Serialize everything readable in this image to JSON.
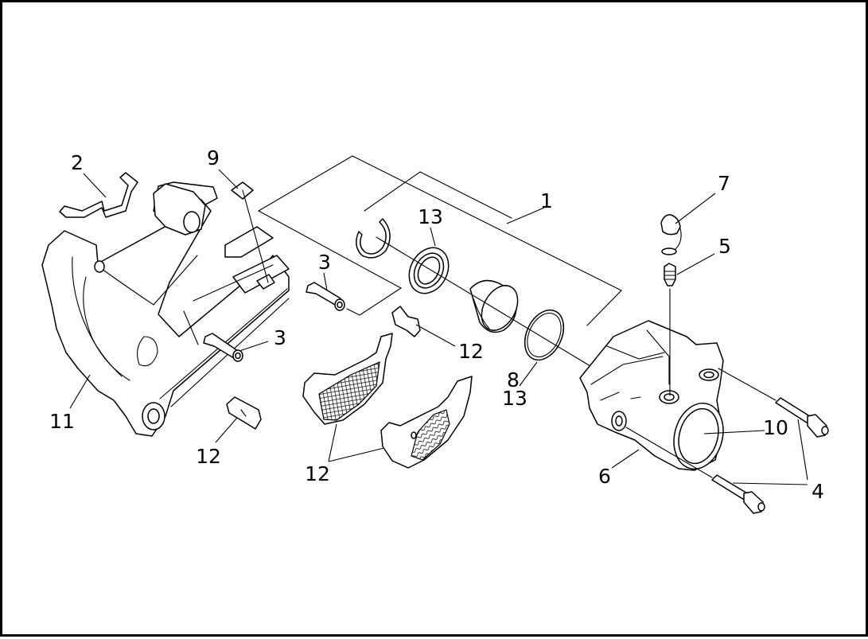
{
  "diagram": {
    "callouts": {
      "c1": "1",
      "c2": "2",
      "c3a": "3",
      "c3b": "3",
      "c4": "4",
      "c5": "5",
      "c6": "6",
      "c7": "7",
      "c8": "8",
      "c9": "9",
      "c10": "10",
      "c11": "11",
      "c12a": "12",
      "c12b": "12",
      "c12c": "12",
      "c13a": "13",
      "c13b": "13"
    }
  }
}
